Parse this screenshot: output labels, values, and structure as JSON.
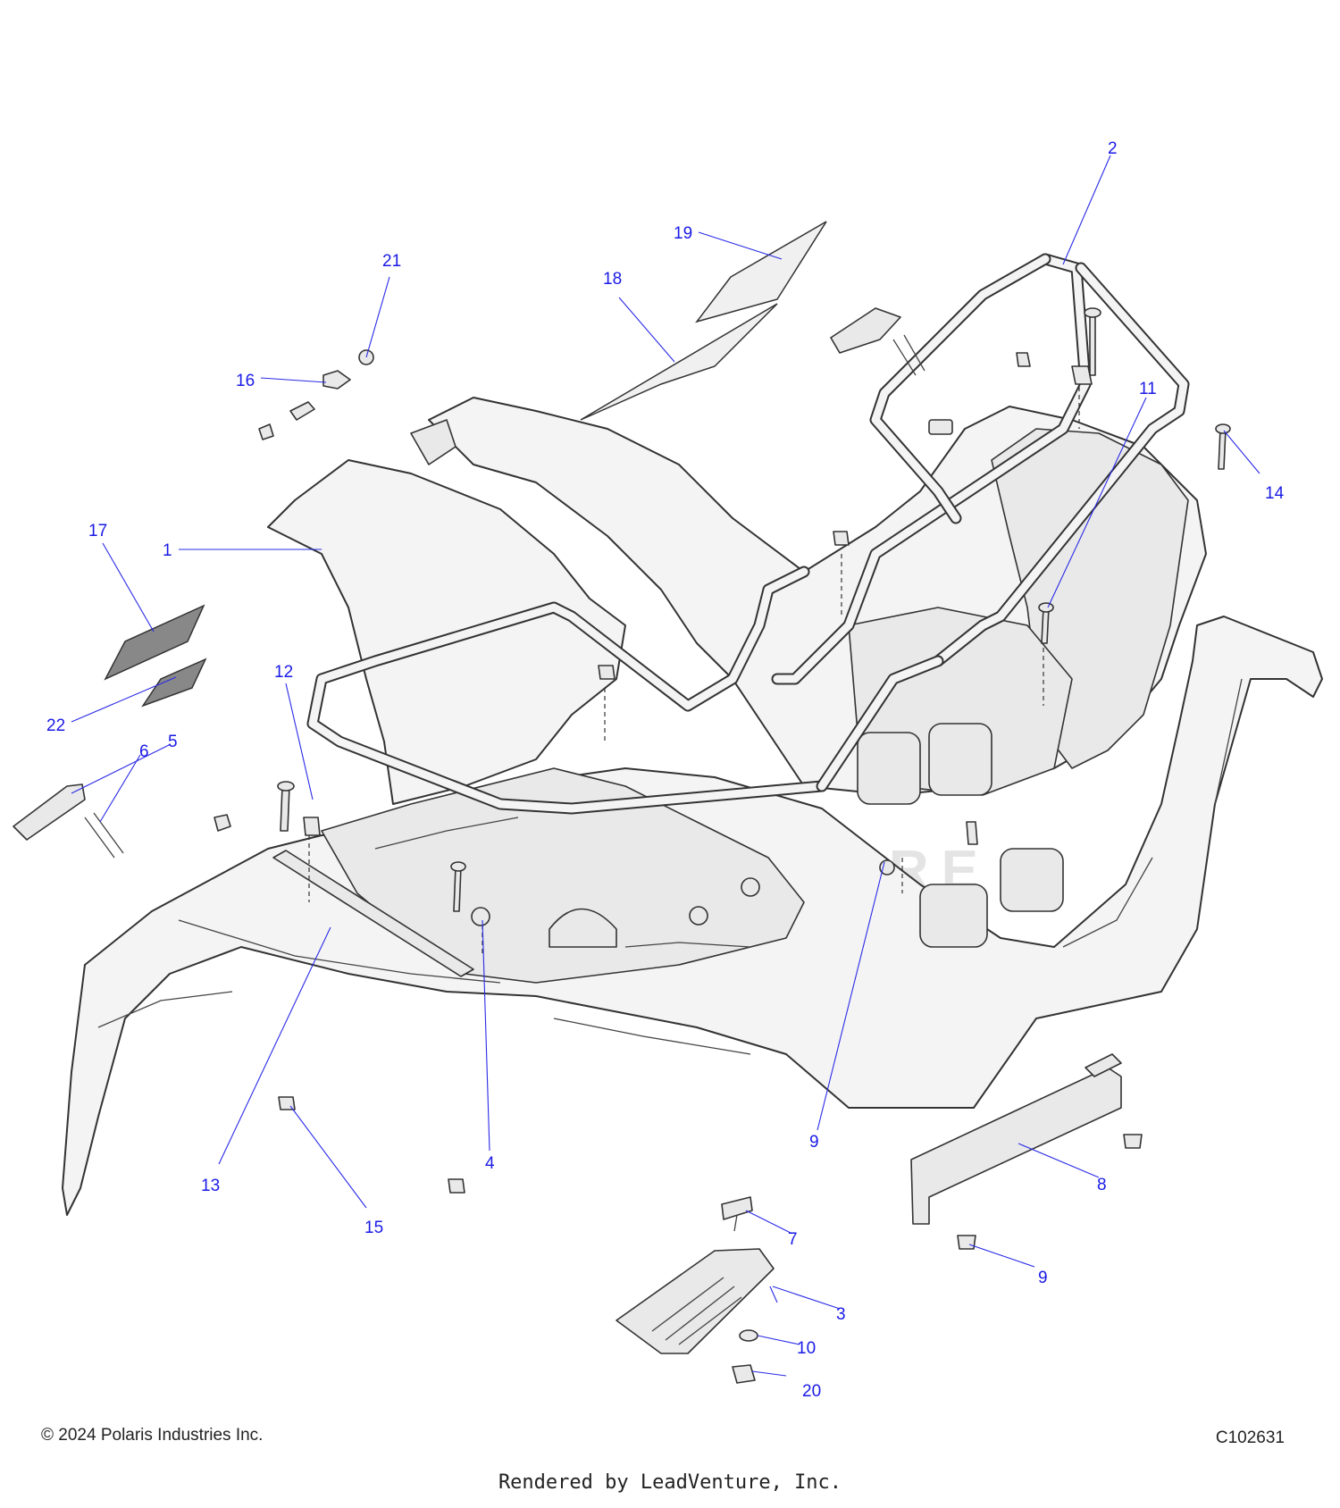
{
  "diagram": {
    "watermark_text": "LEADVENTURE",
    "callouts": [
      {
        "id": "c1",
        "label": "1"
      },
      {
        "id": "c2",
        "label": "2"
      },
      {
        "id": "c3",
        "label": "3"
      },
      {
        "id": "c4",
        "label": "4"
      },
      {
        "id": "c5",
        "label": "5"
      },
      {
        "id": "c6",
        "label": "6"
      },
      {
        "id": "c7",
        "label": "7"
      },
      {
        "id": "c8",
        "label": "8"
      },
      {
        "id": "c9a",
        "label": "9"
      },
      {
        "id": "c9b",
        "label": "9"
      },
      {
        "id": "c10",
        "label": "10"
      },
      {
        "id": "c11",
        "label": "11"
      },
      {
        "id": "c12",
        "label": "12"
      },
      {
        "id": "c13",
        "label": "13"
      },
      {
        "id": "c14",
        "label": "14"
      },
      {
        "id": "c15",
        "label": "15"
      },
      {
        "id": "c16",
        "label": "16"
      },
      {
        "id": "c17",
        "label": "17"
      },
      {
        "id": "c18",
        "label": "18"
      },
      {
        "id": "c19",
        "label": "19"
      },
      {
        "id": "c20",
        "label": "20"
      },
      {
        "id": "c21",
        "label": "21"
      },
      {
        "id": "c22",
        "label": "22"
      }
    ]
  },
  "footer": {
    "copyright": "© 2024 Polaris Industries Inc.",
    "figure_code": "C102631",
    "rendered_by": "Rendered by LeadVenture, Inc."
  },
  "colors": {
    "callout": "#1a1ae6",
    "line_art": "#333333",
    "part_fill": "#f4f4f4"
  }
}
